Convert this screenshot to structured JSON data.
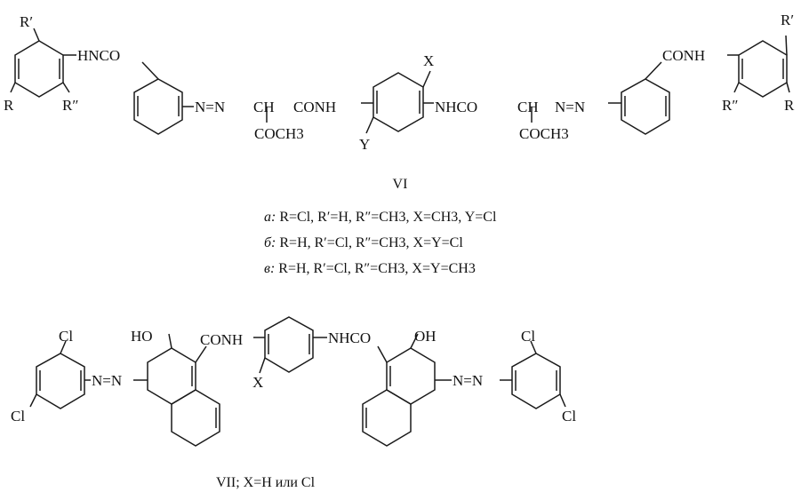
{
  "structure_vi": {
    "labels": {
      "r_prime_left": "R′",
      "r_left": "R",
      "r_dprime_left": "R″",
      "hnco": "HNCO",
      "azo_left": "N=N",
      "ch_left": "CH",
      "conh_left": "CONH",
      "coch3_left": "COCH3",
      "x": "X",
      "y": "Y",
      "nhco_right": "NHCO",
      "ch_right": "CH",
      "azo_right": "N=N",
      "coch3_right": "COCH3",
      "conh_right": "CONH",
      "r_prime_right": "R′",
      "r_dprime_right": "R″",
      "r_right": "R"
    },
    "numeral": "VI",
    "variants": [
      {
        "key": "а:",
        "text": "R=Cl, R′=H, R″=CH3, X=CH3, Y=Cl"
      },
      {
        "key": "б:",
        "text": "R=H, R′=Cl, R″=CH3, X=Y=Cl"
      },
      {
        "key": "в:",
        "text": "R=H, R′=Cl, R″=CH3, X=Y=CH3"
      }
    ]
  },
  "structure_vii": {
    "labels": {
      "cl_1": "Cl",
      "cl_2": "Cl",
      "ho": "HO",
      "conh": "CONH",
      "azo_left": "N=N",
      "x": "X",
      "nhco": "NHCO",
      "oh": "OH",
      "azo_right": "N=N",
      "cl_3": "Cl",
      "cl_4": "Cl"
    },
    "caption": "VII; X=H или Cl"
  }
}
